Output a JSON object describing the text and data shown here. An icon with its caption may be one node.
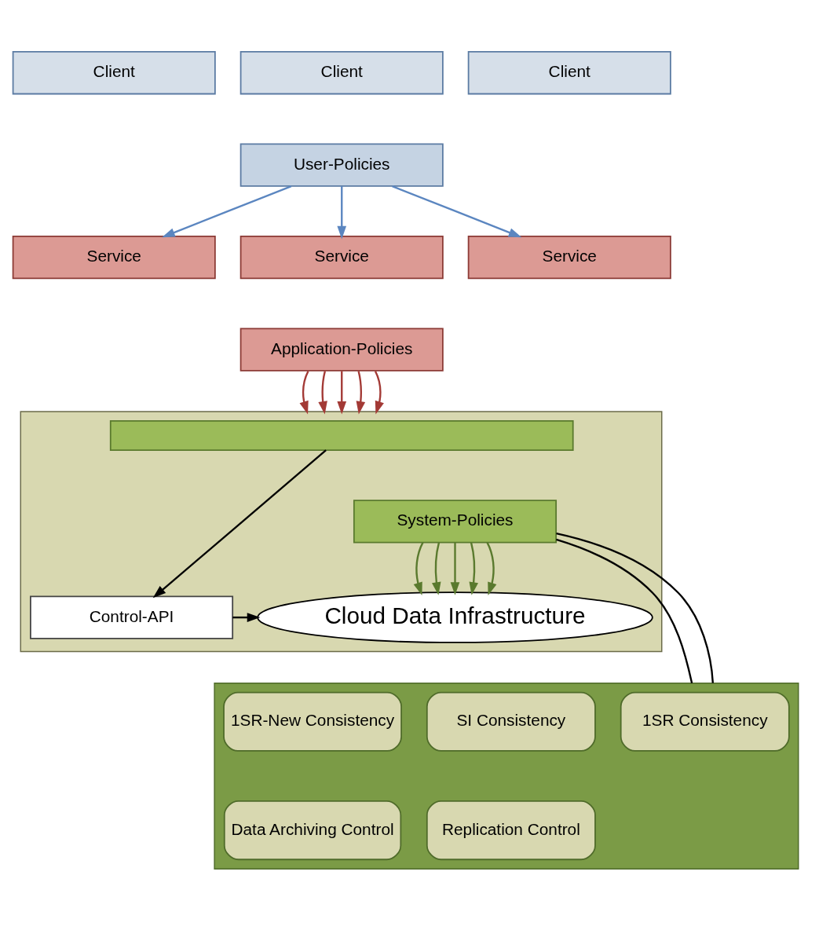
{
  "diagram": {
    "nodes": [
      {
        "text": [
          "Client"
        ]
      },
      {
        "text": [
          "Client"
        ]
      },
      {
        "text": [
          "Client"
        ]
      },
      {
        "text": [
          "User-Policies"
        ]
      },
      {
        "text": [
          "Service"
        ]
      },
      {
        "text": [
          "Service"
        ]
      },
      {
        "text": [
          "Service"
        ]
      },
      {
        "text": [
          "Application-Policies"
        ]
      },
      {
        "text": [],
        "shape": "box"
      },
      {
        "text": [],
        "shape": "bar",
        "in": 8
      },
      {
        "text": [
          "System-Policies"
        ],
        "in": 8
      },
      {
        "text": [
          "Control-API"
        ],
        "in": 8
      },
      {
        "text": [
          "Cloud Data Infrastructure"
        ],
        "in": 8
      },
      {
        "text": [],
        "shape": "box"
      },
      {
        "text": [
          "1SR Consistency"
        ],
        "in": 13
      },
      {
        "text": [
          "SI Consistency"
        ],
        "in": 13
      },
      {
        "text": [
          "1SR-New Consistency"
        ],
        "in": 13
      },
      {
        "text": [
          "Replication Control"
        ],
        "in": 13
      },
      {
        "text": [
          "Data Archiving Control"
        ],
        "in": 13
      }
    ],
    "edges": [
      {
        "from": 3,
        "to": 4,
        "arrow": "to",
        "color": "#5b86c0"
      },
      {
        "from": 3,
        "to": 5,
        "arrow": "to",
        "color": "#5b86c0"
      },
      {
        "from": 3,
        "to": 6,
        "arrow": "to",
        "color": "#5b86c0"
      },
      {
        "from": 7,
        "to": 8,
        "arrow": "to",
        "color": "#a33a36"
      },
      {
        "from": 7,
        "to": 8,
        "arrow": "to",
        "color": "#a33a36"
      },
      {
        "from": 7,
        "to": 8,
        "arrow": "to",
        "color": "#a33a36"
      },
      {
        "from": 7,
        "to": 8,
        "arrow": "to",
        "color": "#a33a36"
      },
      {
        "from": 7,
        "to": 8,
        "arrow": "to",
        "color": "#a33a36"
      },
      {
        "from": 10,
        "to": 12,
        "arrow": "to",
        "color": "#5a7a2e"
      },
      {
        "from": 10,
        "to": 12,
        "arrow": "to",
        "color": "#5a7a2e"
      },
      {
        "from": 10,
        "to": 12,
        "arrow": "to",
        "color": "#5a7a2e"
      },
      {
        "from": 10,
        "to": 12,
        "arrow": "to",
        "color": "#5a7a2e"
      },
      {
        "from": 10,
        "to": 12,
        "arrow": "to",
        "color": "#5a7a2e"
      },
      {
        "from": 9,
        "to": 11,
        "arrow": "to",
        "color": "#000000"
      },
      {
        "from": 11,
        "to": 12,
        "arrow": "to",
        "color": "#000000"
      },
      {
        "from": 10,
        "to": 13,
        "arrow": "none",
        "color": "#000000"
      },
      {
        "from": 10,
        "to": 13,
        "arrow": "none",
        "color": "#000000"
      }
    ]
  }
}
